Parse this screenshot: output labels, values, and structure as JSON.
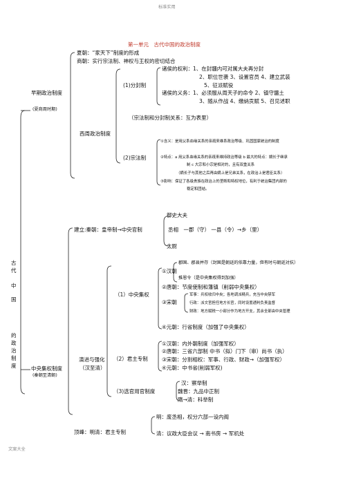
{
  "header": "标准实用",
  "footer": "文案大全",
  "title": "第一单元　古代中国的政治制度",
  "vertical_title": [
    "古",
    "代",
    "中",
    "国",
    "的",
    "政",
    "治",
    "制",
    "度"
  ],
  "early": {
    "label": "早期政治制度",
    "sub": "(夏商周时期)",
    "xia": "夏朝：“家天下”制度的形成",
    "shang": "商朝：实行宗法制、神权与王权的密切结合",
    "western_zhou": "西周政治制度",
    "fenfeng": {
      "label": "(1)分封制",
      "rights_1": "诸侯的权利：1、在封疆内可对属大夫再分封",
      "rights_2": "2、职位世袭  3、设置官员  4、建立武装",
      "rights_3": "5、征派赋役",
      "duties_1": "诸侯的义务：1、必须服从周天子的命令  2、镇守疆土",
      "duties_2": "3、随从作战  4、缴纳贡赋  5、召见述职"
    },
    "relation": "（宗法制和分封制关系：互为表里）",
    "zongfa": {
      "label": "(2)宗法制",
      "meaning": "①含义：是用父系血缘关系的亲疏来维系政治等级、巩固国家统治的制度",
      "feature_1": "②特点：a 用父系血缘关系的亲疏来维持政治等级  b 最大的特点：嫡长子继承",
      "feature_2": "制  c 大宗和小宗是相对的，且有双重关系",
      "feature_3": "（嫡长子与其他之后再由嫡上是兄弟关系，在政治上是君臣关系）",
      "influence_1": "③影响：保证了各级贵族在政治上的垄断和特权地位，有利于统治集团内部的",
      "influence_2": "稳定和团结。"
    }
  },
  "central": {
    "label": "中央集权制度",
    "sub": "(秦朝至清朝)",
    "qin": {
      "label": "建立:秦朝：皇帝制→中央官制",
      "yushi": "御史大夫",
      "chain": "丞相　一郡（守）  一县（令）→乡（里）",
      "taiwei": "太尉"
    },
    "develop": {
      "label": "演进与强化",
      "sub": "（汉至清）"
    },
    "jiquan": {
      "label": "（1）中央集权",
      "han_label": "①汉朝",
      "han_1": "郡国、郡县并存（封国是朝廷的依靠力量，但有时与朝廷对抗）",
      "han_2": "推恩令（是中央集权得到加强）",
      "tang": "②唐朝：节度使制和藩镇（削弱中央集权）",
      "song_label": "③宋朝",
      "song_1": "军事：兵权收归中央；各地调派精兵，充当中央禁军",
      "song_2": "行政：派文官担任地方长官，同时设置通判负责监督",
      "song_3": "财政：地方赋税一小部分作为地方开支，其余全部由中央管理",
      "yuan": "④元朝：行省制度（加强了中央集权）"
    },
    "junzhu": {
      "label": "（2）君主专制",
      "han": "①汉朝：内外朝制度（加强军权）",
      "tang": "②唐朝：三省六部制  中书（拟）门下（审）尚书（执）",
      "song": "③宋朝：分割相权：军事、行政、财政→（加强军权）",
      "yuan": "④元朝：中书省(削弱军权)"
    },
    "xuanguan": {
      "label": "（3)选官用官制度",
      "han": "汉：察举制",
      "wei": "魏晋：九品中正制",
      "sui": "隋→清：科举制"
    },
    "peak": {
      "label": "顶峰：明清：君主专制",
      "ming": "明：废丞相，权分六部一设内阁",
      "qing": "清：议政大臣会议  →  南书房  →  军机处"
    }
  }
}
